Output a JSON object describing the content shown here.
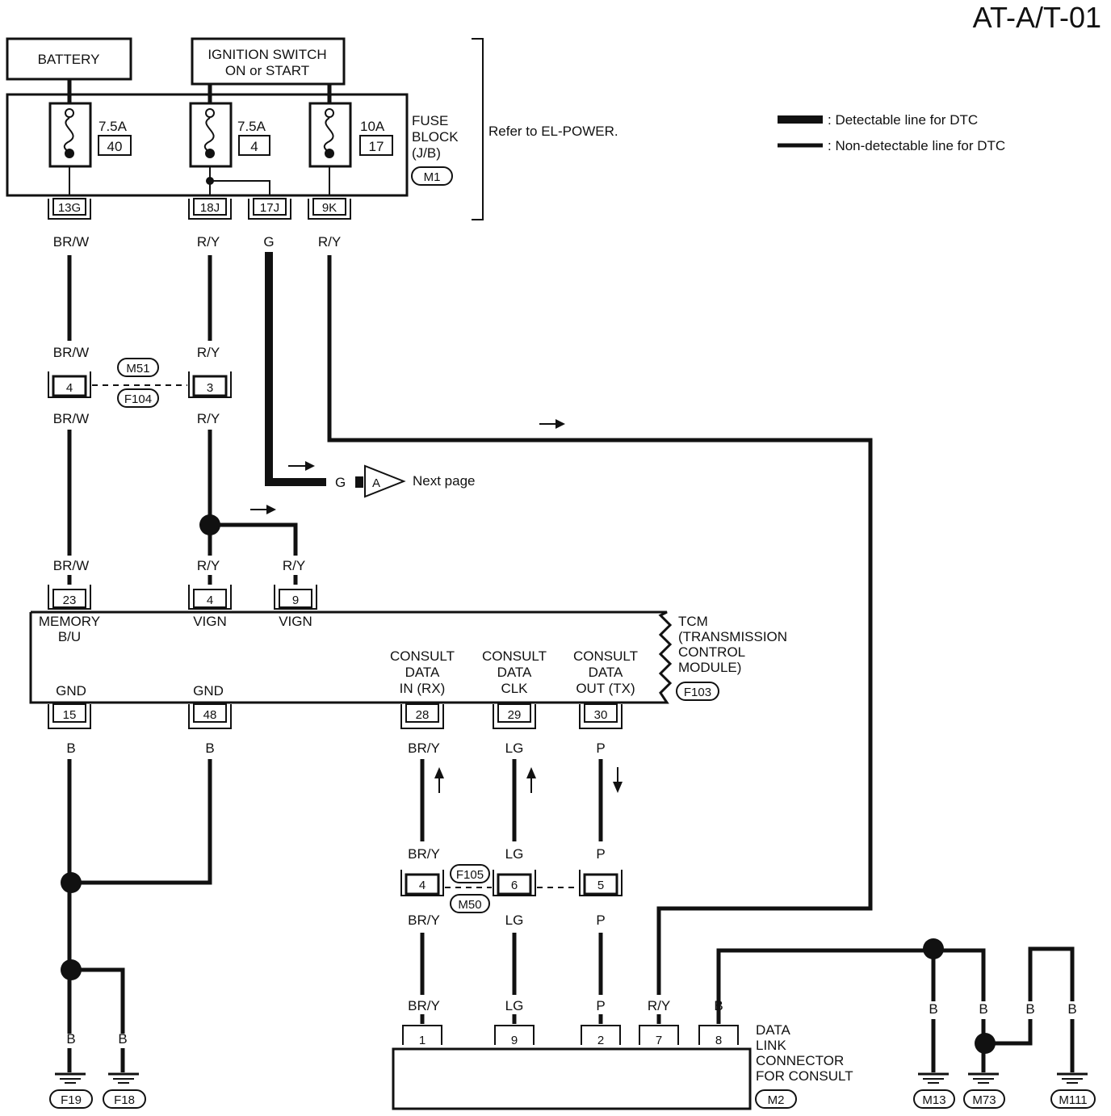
{
  "title": "AT-A/T-01",
  "legend": {
    "detectable": ": Detectable line for DTC",
    "non_detectable": ": Non-detectable line for DTC"
  },
  "sources": {
    "battery": "BATTERY",
    "ignition_line1": "IGNITION SWITCH",
    "ignition_line2": "ON or START"
  },
  "fuse_block": {
    "label_line1": "FUSE",
    "label_line2": "BLOCK",
    "label_line3": "(J/B)",
    "connector": "M1",
    "reference": "Refer to EL-POWER.",
    "fuses": [
      {
        "amps": "7.5A",
        "number": "40"
      },
      {
        "amps": "7.5A",
        "number": "4"
      },
      {
        "amps": "10A",
        "number": "17"
      }
    ],
    "terminals": [
      "13G",
      "18J",
      "17J",
      "9K"
    ]
  },
  "wire_colors": {
    "brw": "BR/W",
    "ry": "R/Y",
    "g": "G",
    "b": "B",
    "bry": "BR/Y",
    "lg": "LG",
    "p": "P"
  },
  "junction_m51": {
    "connector_top": "M51",
    "connector_bottom": "F104",
    "pins": [
      "4",
      "3"
    ]
  },
  "next_page": {
    "wire": "G",
    "ref": "A",
    "text": "Next page"
  },
  "tcm": {
    "label_line1": "TCM",
    "label_line2": "(TRANSMISSION",
    "label_line3": "CONTROL",
    "label_line4": "MODULE)",
    "connector": "F103",
    "top_pins": [
      {
        "pin": "23",
        "name1": "MEMORY",
        "name2": "B/U"
      },
      {
        "pin": "4",
        "name1": "VIGN"
      },
      {
        "pin": "9",
        "name1": "VIGN"
      }
    ],
    "bottom_pins": [
      {
        "pin": "15",
        "name": "GND"
      },
      {
        "pin": "48",
        "name": "GND"
      },
      {
        "pin": "28",
        "name1": "CONSULT",
        "name2": "DATA",
        "name3": "IN (RX)"
      },
      {
        "pin": "29",
        "name1": "CONSULT",
        "name2": "DATA",
        "name3": "CLK"
      },
      {
        "pin": "30",
        "name1": "CONSULT",
        "name2": "DATA",
        "name3": "OUT (TX)"
      }
    ]
  },
  "junction_f105": {
    "connector_top": "F105",
    "connector_bottom": "M50",
    "pins": [
      "4",
      "6",
      "5"
    ]
  },
  "data_link": {
    "label_line1": "DATA",
    "label_line2": "LINK",
    "label_line3": "CONNECTOR",
    "label_line4": "FOR CONSULT",
    "connector": "M2",
    "pins": [
      "1",
      "9",
      "2",
      "7",
      "8"
    ]
  },
  "grounds": [
    "F19",
    "F18",
    "M13",
    "M73",
    "M111"
  ]
}
